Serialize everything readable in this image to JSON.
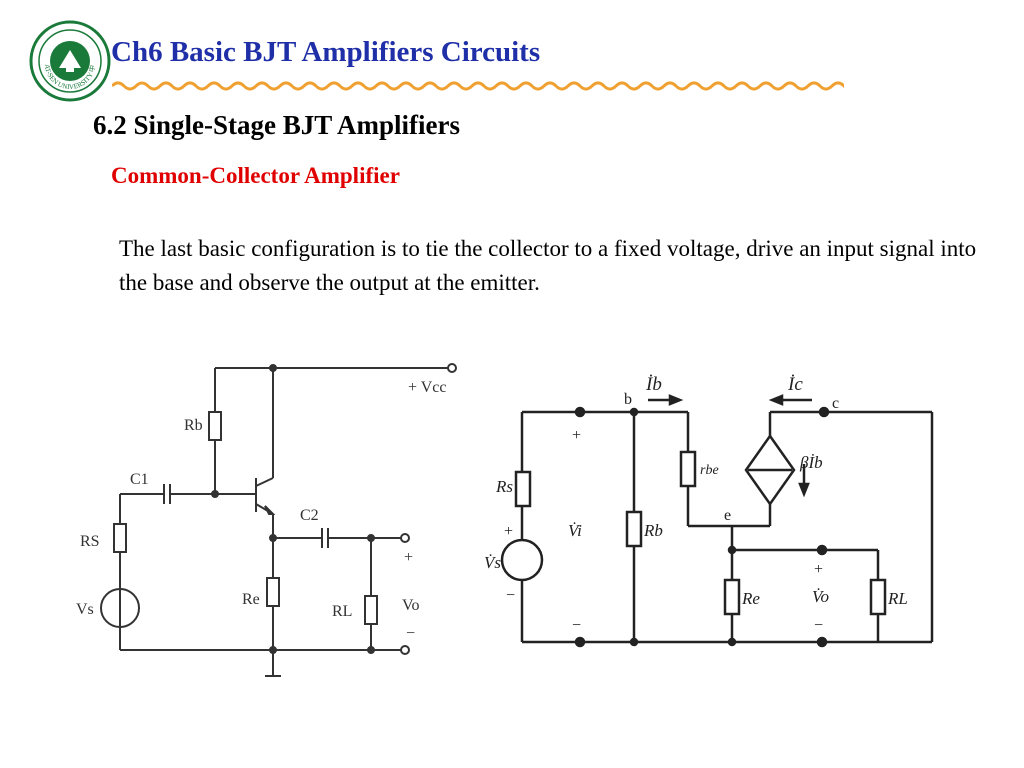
{
  "header": {
    "title": "Ch6 Basic BJT Amplifiers Circuits",
    "logo": {
      "icon": "university-seal-icon",
      "text": "SUN YAT-SEN UNIVERSITY 中山大学"
    }
  },
  "section_title": "6.2 Single-Stage BJT Amplifiers",
  "subsection_title": "Common-Collector Amplifier",
  "body_text": "The last basic configuration is to tie the collector to a fixed voltage, drive an input signal into the base and observe the output at the emitter.",
  "colors": {
    "title": "#1f2fa8",
    "subsection": "#e00000",
    "wave": "#f0a030"
  },
  "schematic": {
    "vcc": "+ Vcc",
    "rb": "Rb",
    "c1": "C1",
    "c2": "C2",
    "rs": "RS",
    "vs": "Vs",
    "re": "Re",
    "rl": "RL",
    "vo": "Vo",
    "plus": "+",
    "minus": "−"
  },
  "equivalent": {
    "ib": "İb",
    "ic": "İc",
    "b": "b",
    "c": "c",
    "e": "e",
    "rbe": "rbe",
    "beta_ib": "βİb",
    "rs": "Rs",
    "vs": "V̇s",
    "vi": "V̇i",
    "rb": "Rb",
    "re": "Re",
    "vo": "V̇o",
    "rl": "RL",
    "plus": "+",
    "minus": "−"
  }
}
